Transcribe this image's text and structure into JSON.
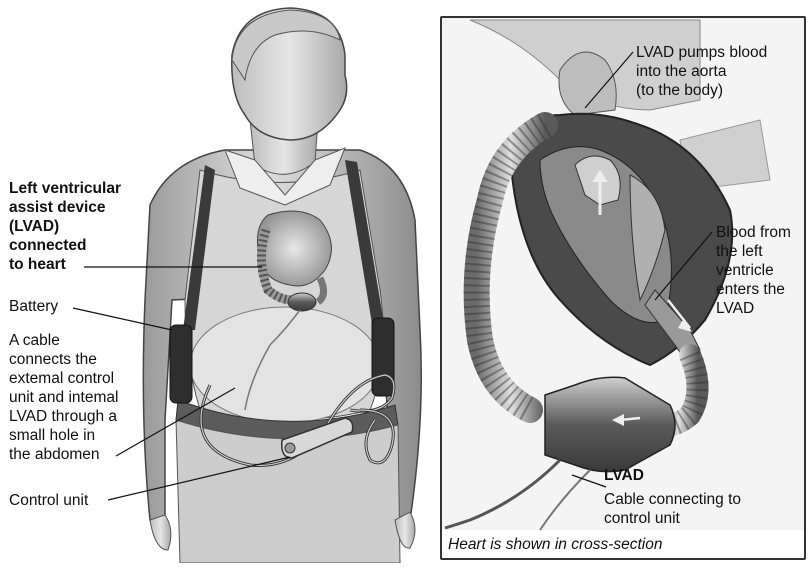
{
  "left_labels": {
    "lvad_device": "Left ventricular\nassist device\n(LVAD)\nconnected\nto heart",
    "battery": "Battery",
    "cable": "A cable\nconnects the\nextemal control\nunit and intemal\nLVAD through a\nsmall hole in\nthe abdomen",
    "control_unit": "Control unit"
  },
  "right_labels": {
    "pumps": "LVAD pumps blood\ninto the aorta\n(to the body)",
    "blood_from": "Blood from\nthe left\nventricle\nenters the\nLVAD",
    "lvad": "LVAD",
    "cable_connecting": "Cable connecting to\ncontrol unit"
  },
  "caption": "Heart is shown in cross-section"
}
